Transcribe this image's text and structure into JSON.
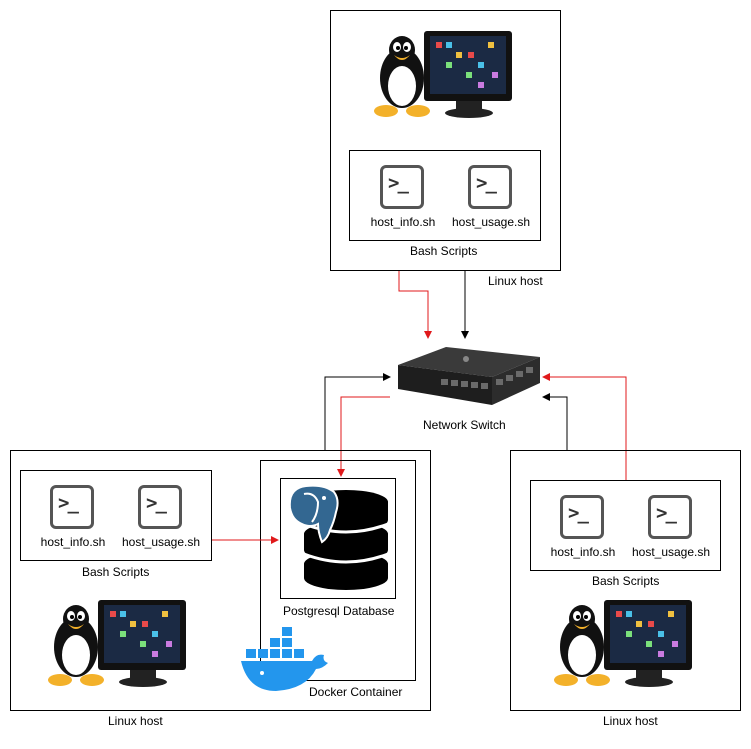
{
  "scripts": {
    "info": "host_info.sh",
    "usage": "host_usage.sh",
    "group_label": "Bash Scripts"
  },
  "hosts": {
    "top_label": "Linux host",
    "left_label": "Linux host",
    "right_label": "Linux host"
  },
  "switch": {
    "label": "Network Switch"
  },
  "docker": {
    "label": "Docker Container"
  },
  "database": {
    "label": "Postgresql Database"
  },
  "colors": {
    "red_arrow": "#e0191b",
    "black_arrow": "#000000",
    "docker_blue": "#2396ed",
    "pg_blue": "#336791"
  }
}
